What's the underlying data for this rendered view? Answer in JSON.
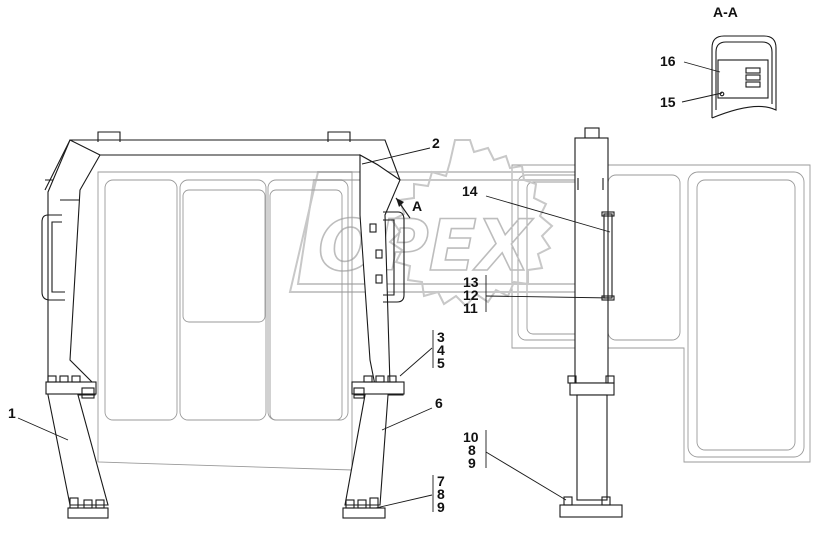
{
  "section_title": "A-A",
  "view_marker": "A",
  "watermark": "OPEX",
  "callouts": {
    "c1": "1",
    "c2": "2",
    "c6": "6",
    "c14": "14",
    "c15": "15",
    "c16": "16",
    "stack_3_4_5": [
      "3",
      "4",
      "5"
    ],
    "stack_13_12_11": [
      "13",
      "12",
      "11"
    ],
    "stack_10_8_9": [
      "10",
      "8",
      "9"
    ],
    "stack_7_8_9": [
      "7",
      "8",
      "9"
    ]
  }
}
